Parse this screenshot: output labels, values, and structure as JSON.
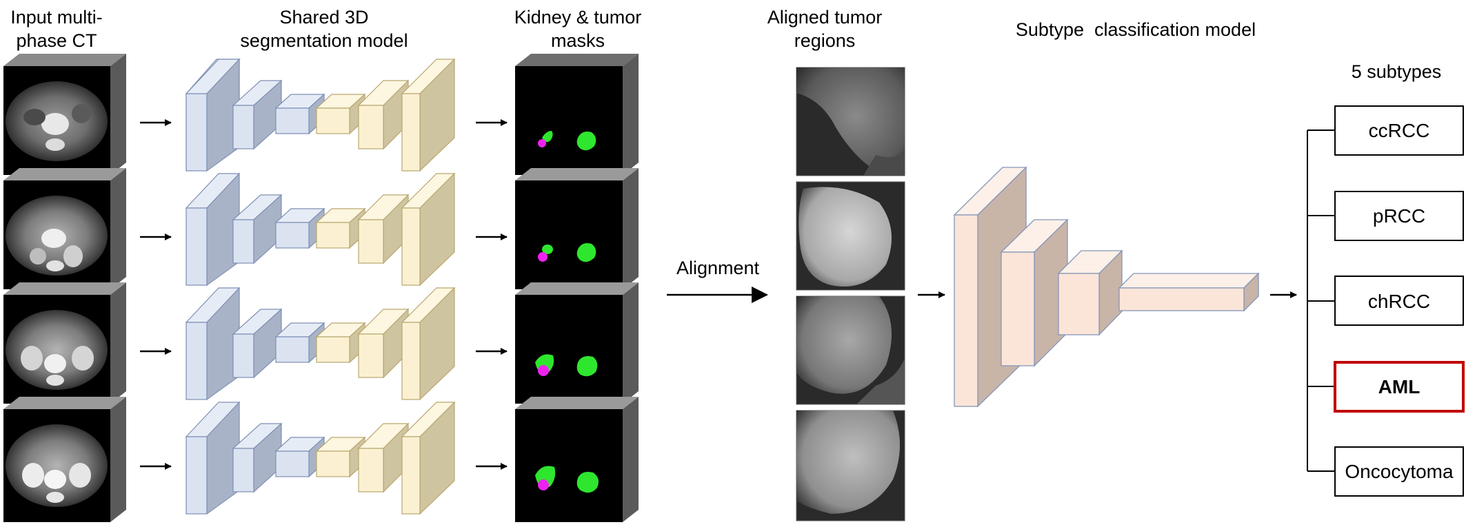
{
  "headers": {
    "input_line1": "Input multi-",
    "input_line2": "phase CT",
    "seg_line1": "Shared 3D",
    "seg_line2": "segmentation model",
    "masks_line1": "Kidney & tumor",
    "masks_line2": "masks",
    "aligned_line1": "Aligned tumor",
    "aligned_line2": "regions",
    "classifier": "Subtype  classification model",
    "subtypes": "5 subtypes"
  },
  "alignment_label": "Alignment",
  "subtypes": [
    {
      "label": "ccRCC",
      "highlighted": false
    },
    {
      "label": "pRCC",
      "highlighted": false
    },
    {
      "label": "chRCC",
      "highlighted": false
    },
    {
      "label": "AML",
      "highlighted": true
    },
    {
      "label": "Oncocytoma",
      "highlighted": false
    }
  ],
  "colors": {
    "encoder": "#dbe3f1",
    "decoder": "#fbf1d2",
    "classifier": "#fbe5d9",
    "kidney_mask": "#2ee62e",
    "tumor_mask": "#ee22ee",
    "highlight_border": "#c00000"
  }
}
